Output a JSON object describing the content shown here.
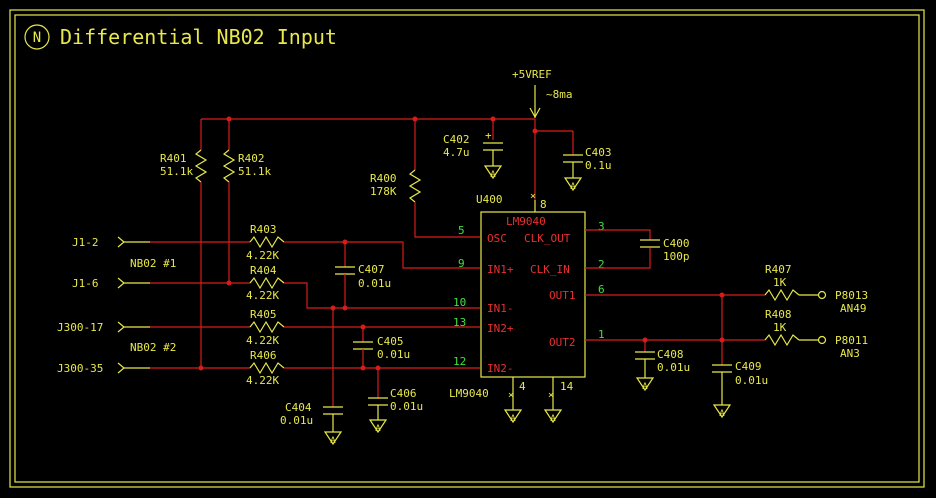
{
  "title": "Differential NB02 Input",
  "title_badge": "N",
  "supply": {
    "name": "+5VREF",
    "current": "~8ma"
  },
  "resistors": {
    "r401": {
      "ref": "R401",
      "value": "51.1k"
    },
    "r402": {
      "ref": "R402",
      "value": "51.1k"
    },
    "r400": {
      "ref": "R400",
      "value": "178K"
    },
    "r403": {
      "ref": "R403",
      "value": "4.22K"
    },
    "r404": {
      "ref": "R404",
      "value": "4.22K"
    },
    "r405": {
      "ref": "R405",
      "value": "4.22K"
    },
    "r406": {
      "ref": "R406",
      "value": "4.22K"
    },
    "r407": {
      "ref": "R407",
      "value": "1K"
    },
    "r408": {
      "ref": "R408",
      "value": "1K"
    }
  },
  "capacitors": {
    "c402": {
      "ref": "C402",
      "value": "4.7u",
      "polarity": "+"
    },
    "c403": {
      "ref": "C403",
      "value": "0.1u"
    },
    "c400": {
      "ref": "C400",
      "value": "100p"
    },
    "c407": {
      "ref": "C407",
      "value": "0.01u"
    },
    "c405": {
      "ref": "C405",
      "value": "0.01u"
    },
    "c406": {
      "ref": "C406",
      "value": "0.01u"
    },
    "c404": {
      "ref": "C404",
      "value": "0.01u"
    },
    "c408": {
      "ref": "C408",
      "value": "0.01u"
    },
    "c409": {
      "ref": "C409",
      "value": "0.01u"
    }
  },
  "ic": {
    "ref": "U400",
    "part": "LM9040",
    "part_bottom": "LM9040",
    "pins": {
      "osc": {
        "name": "OSC",
        "num": "5"
      },
      "in1p": {
        "name": "IN1+",
        "num": "9"
      },
      "in1m": {
        "name": "IN1-",
        "num": "10"
      },
      "in2p": {
        "name": "IN2+",
        "num": "13"
      },
      "in2m": {
        "name": "IN2-",
        "num": "12"
      },
      "clkout": {
        "name": "CLK_OUT",
        "num": "3"
      },
      "clkin": {
        "name": "CLK_IN",
        "num": "2"
      },
      "out1": {
        "name": "OUT1",
        "num": "6"
      },
      "out2": {
        "name": "OUT2",
        "num": "1"
      },
      "vcc": {
        "num": "8"
      },
      "gnd1": {
        "num": "4"
      },
      "gnd2": {
        "num": "14"
      }
    }
  },
  "ports_in": {
    "j1_2": "J1-2",
    "j1_6": "J1-6",
    "j300_17": "J300-17",
    "j300_35": "J300-35"
  },
  "net_labels": {
    "nb02_1": "NB02 #1",
    "nb02_2": "NB02 #2"
  },
  "ports_out": {
    "p8013": {
      "name": "P8013",
      "signal": "AN49"
    },
    "p8011": {
      "name": "P8011",
      "signal": "AN3"
    }
  },
  "ground_symbol": "A",
  "colors": {
    "wire": "#d81c1c",
    "component": "#e8e84a",
    "pin_number": "#40e040",
    "background": "#000000"
  }
}
